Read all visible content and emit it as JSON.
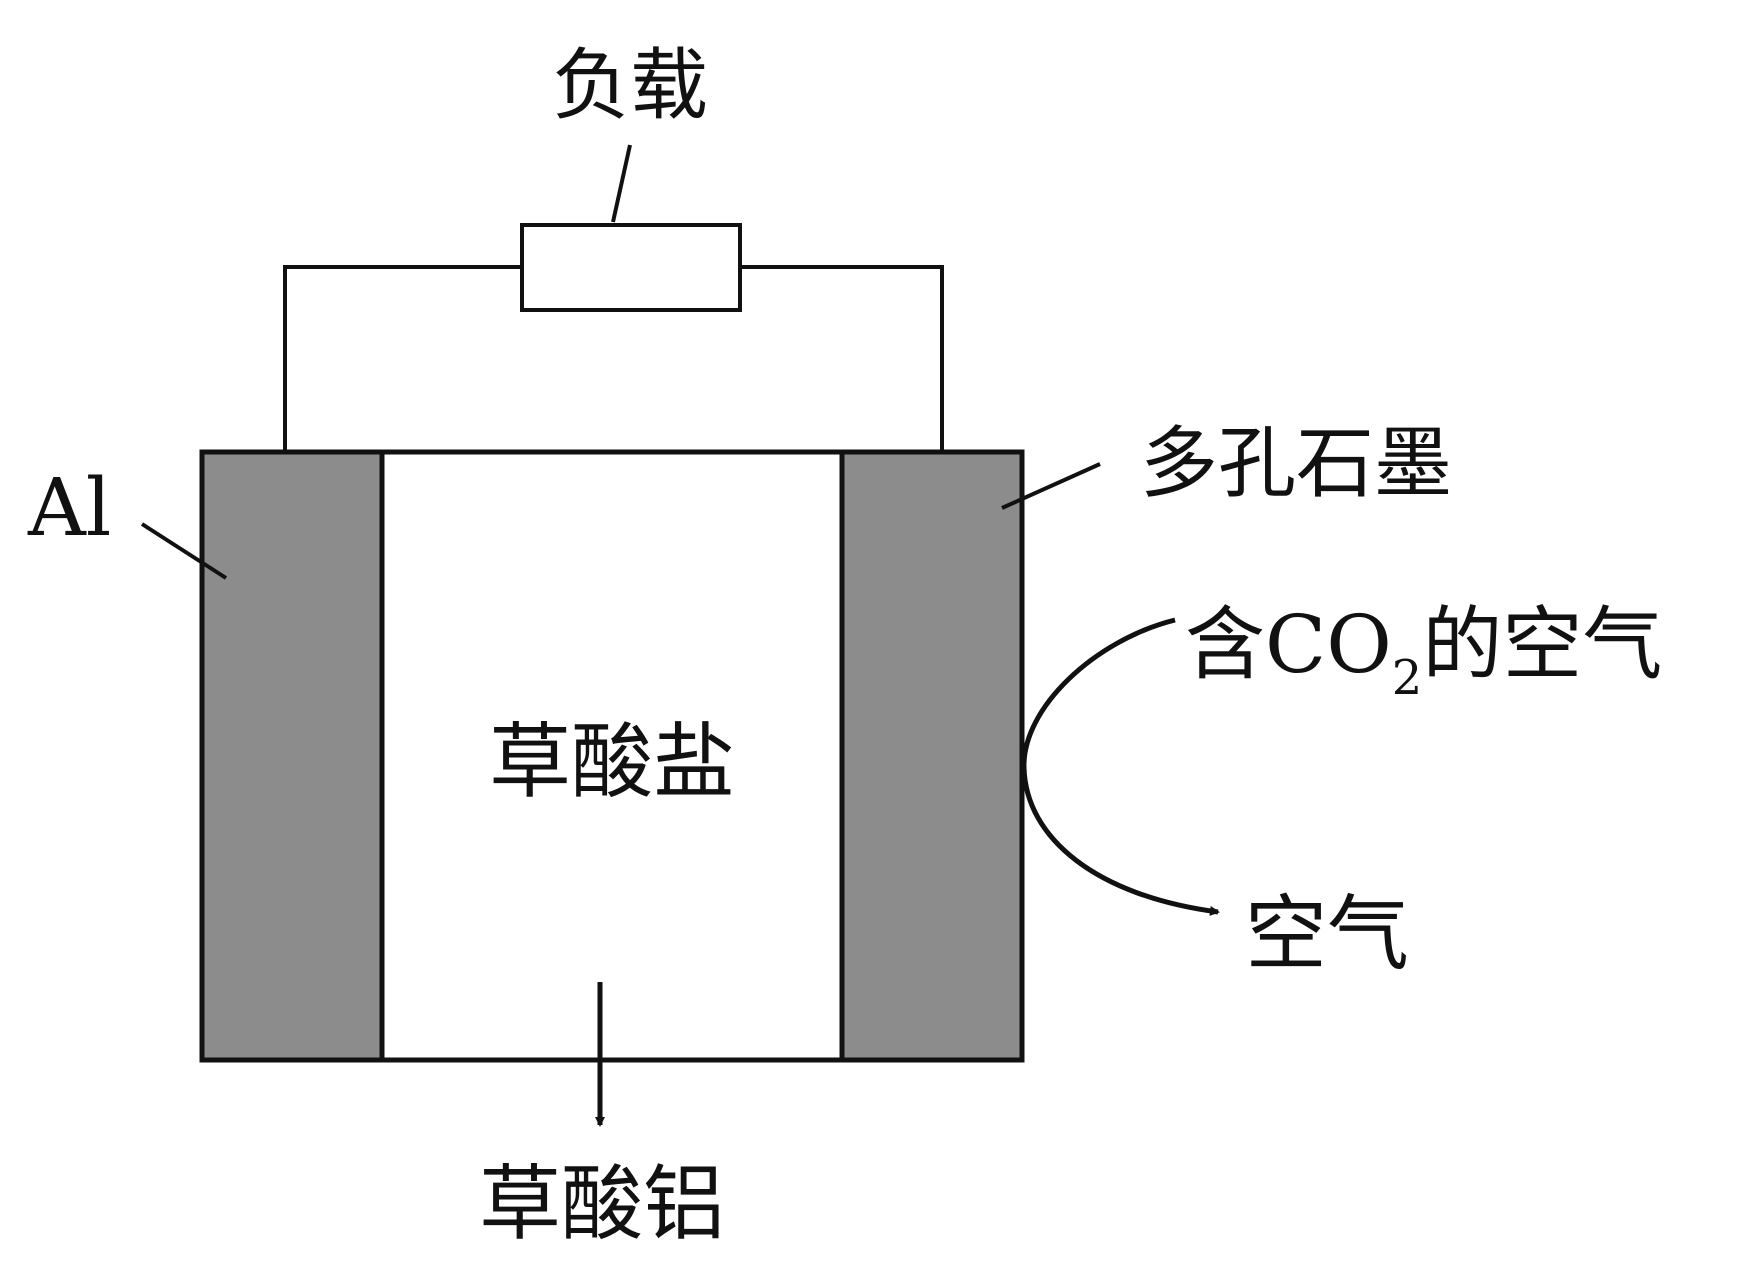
{
  "labels": {
    "load": "负载",
    "anode": "Al",
    "cathode": "多孔石墨",
    "electrolyte": "草酸盐",
    "product": "草酸铝",
    "gas_in_prefix": "含CO",
    "gas_in_subscript": "2",
    "gas_in_suffix": "的空气",
    "gas_out": "空气"
  },
  "colors": {
    "electrode_fill": "#8c8c8c",
    "line": "#111111",
    "background": "#ffffff"
  }
}
